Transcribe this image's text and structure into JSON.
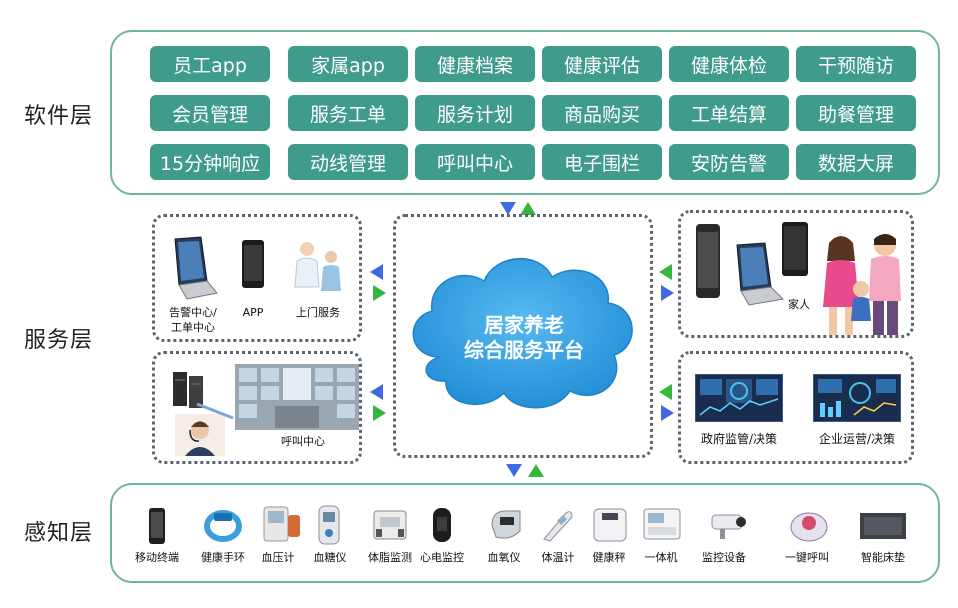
{
  "layers": {
    "software": "软件层",
    "service": "服务层",
    "perception": "感知层"
  },
  "software_modules": [
    [
      "员工app",
      "家属app",
      "健康档案",
      "健康评估",
      "健康体检",
      "干预随访"
    ],
    [
      "会员管理",
      "服务工单",
      "服务计划",
      "商品购买",
      "工单结算",
      "助餐管理"
    ],
    [
      "15分钟响应",
      "动线管理",
      "呼叫中心",
      "电子围栏",
      "安防告警",
      "数据大屏"
    ]
  ],
  "service": {
    "platform_line1": "居家养老",
    "platform_line2": "综合服务平台",
    "alarm_center_line1": "告警中心/",
    "alarm_center_line2": "工单中心",
    "app": "APP",
    "door_service": "上门服务",
    "call_center": "呼叫中心",
    "family": "家人",
    "gov_supervision": "政府监管/决策",
    "enterprise_ops": "企业运营/决策"
  },
  "sensors": [
    "移动终端",
    "健康手环",
    "血压计",
    "血糖仪",
    "体脂监测",
    "心电监控",
    "血氧仪",
    "体温计",
    "健康秤",
    "一体机",
    "监控设备",
    "一键呼叫",
    "智能床垫"
  ],
  "colors": {
    "module_bg": "#3f9b8a",
    "frame_border": "#6fb5a1",
    "cloud": "#2e9ee0",
    "arrow_blue": "#4169e1",
    "arrow_green": "#34b53f"
  }
}
